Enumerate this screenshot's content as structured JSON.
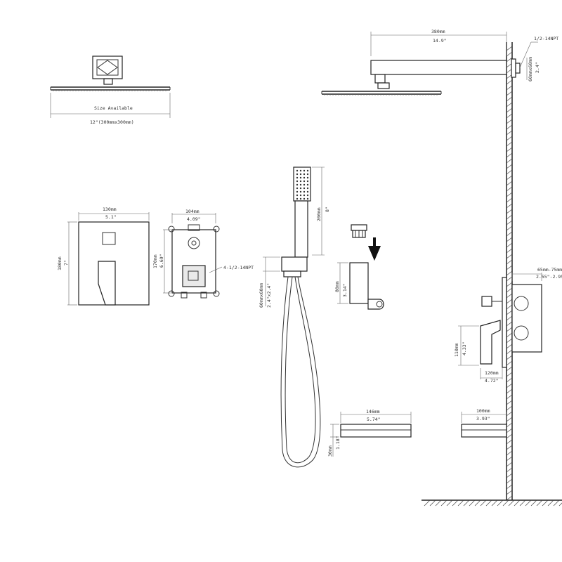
{
  "rain_head": {
    "caption": "Size Available",
    "size": "12\"(300mmx300mm)"
  },
  "shower_arm": {
    "length_mm": "380mm",
    "length_in": "14.9\"",
    "thread": "1/2-14NPT",
    "flange_mm": "60mmx60mm",
    "flange_in": "2.4\""
  },
  "trim_plate": {
    "width_mm": "130mm",
    "width_in": "5.1\"",
    "height_mm": "180mm",
    "height_in": "7\""
  },
  "valve_body": {
    "width_mm": "104mm",
    "width_in": "4.09\"",
    "height_mm": "170mm",
    "height_in": "6.69\"",
    "ports": "4-1/2-14NPT"
  },
  "hand_shower": {
    "length_mm": "200mm",
    "length_in": "8\"",
    "connector_mm": "60mmx60mm",
    "connector_in": "2.4\"x2.4\""
  },
  "holder": {
    "height_mm": "80mm",
    "height_in": "3.14\""
  },
  "spout": {
    "length_mm": "146mm",
    "length_in": "5.74\"",
    "height_mm": "30mm",
    "height_in": "1.18\""
  },
  "wall_install": {
    "depth_mm": "65mm-75mm",
    "depth_in": "2.55\"-2.95\"",
    "valve_h_mm": "110mm",
    "valve_h_in": "4.33\"",
    "valve_w_mm": "120mm",
    "valve_w_in": "4.72\"",
    "spout_mm": "100mm",
    "spout_in": "3.93\""
  }
}
